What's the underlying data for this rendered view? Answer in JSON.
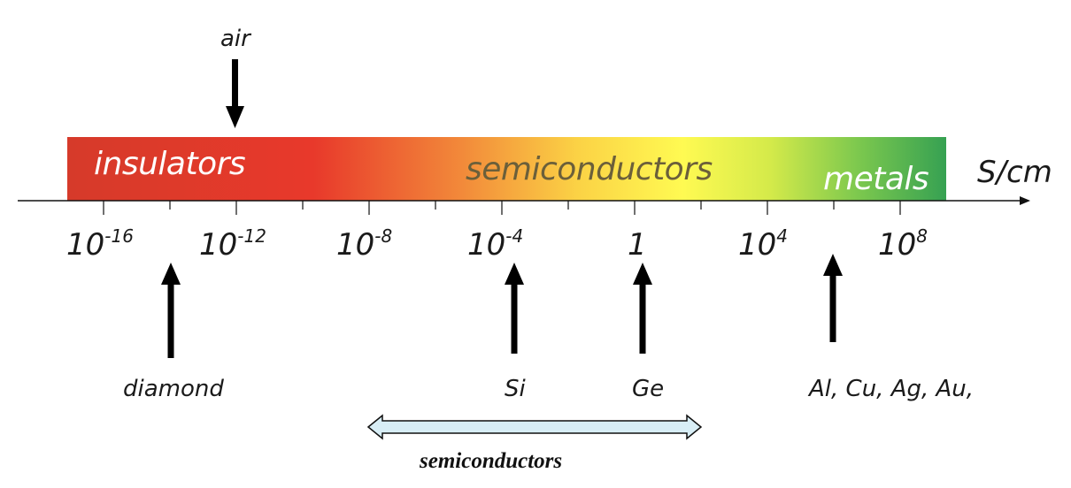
{
  "bands": {
    "insulators": "insulators",
    "semiconductors": "semiconductors",
    "metals": "metals"
  },
  "unit": "S/cm",
  "ticks": [
    {
      "base": "10",
      "exp": "-16"
    },
    {
      "base": "10",
      "exp": "-12"
    },
    {
      "base": "10",
      "exp": "-8"
    },
    {
      "base": "10",
      "exp": "-4"
    },
    {
      "base": "1",
      "exp": ""
    },
    {
      "base": "10",
      "exp": "4"
    },
    {
      "base": "10",
      "exp": "8"
    }
  ],
  "materials": {
    "air": "air",
    "diamond": "diamond",
    "si": "Si",
    "ge": "Ge",
    "metals_list": "Al, Cu, Ag, Au,"
  },
  "semiconductor_range": {
    "label": "semiconductors"
  },
  "colors": {
    "insulator_red": "#d93a2b",
    "semiconductor_yellow": "#fdf94f",
    "metal_green": "#3ea655",
    "range_arrow_fill": "#d8eef6"
  }
}
